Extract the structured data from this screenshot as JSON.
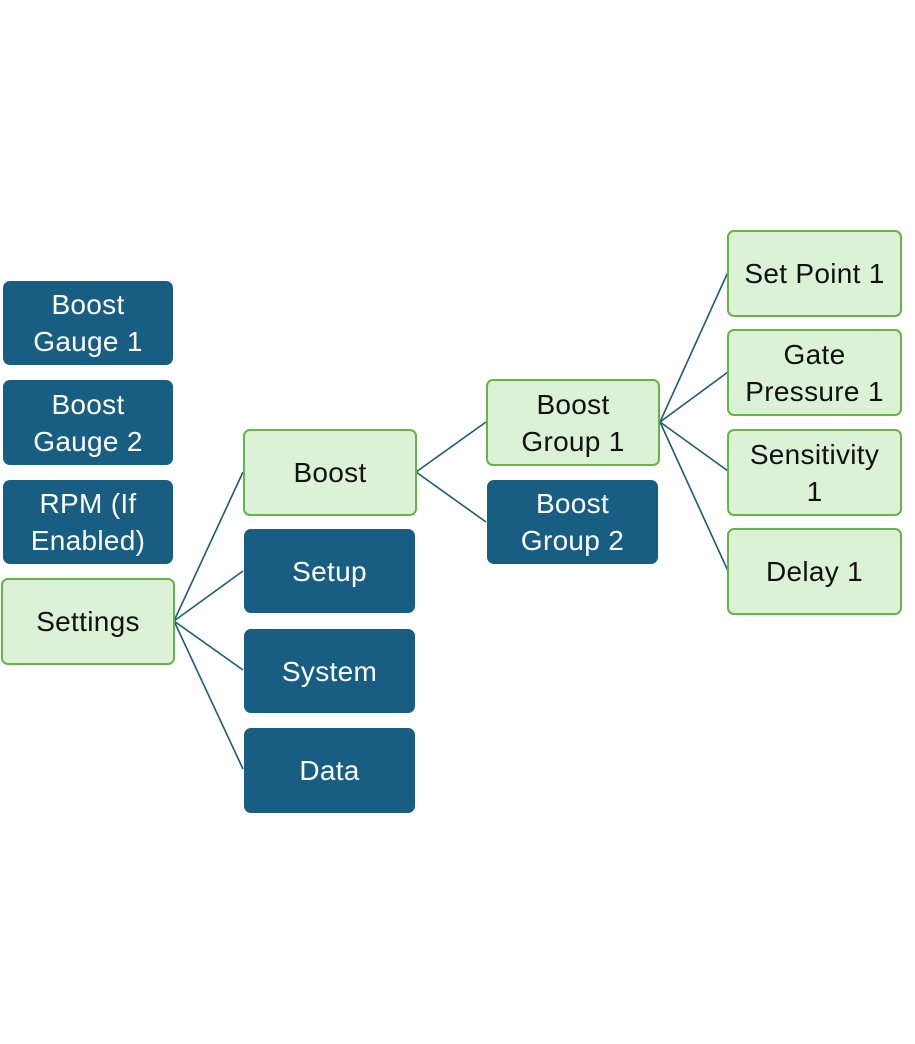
{
  "level_1": {
    "boost_gauge_1": "Boost\nGauge 1",
    "boost_gauge_2": "Boost\nGauge 2",
    "rpm": "RPM (If\nEnabled)",
    "settings": "Settings"
  },
  "level_2": {
    "boost": "Boost",
    "setup": "Setup",
    "system": "System",
    "data": "Data"
  },
  "level_3": {
    "boost_group_1": "Boost\nGroup 1",
    "boost_group_2": "Boost\nGroup 2"
  },
  "level_4": {
    "set_point_1": "Set Point 1",
    "gate_pressure_1": "Gate\nPressure 1",
    "sensitivity_1": "Sensitivity\n1",
    "delay_1": "Delay 1"
  },
  "colors": {
    "dark_node": "#175e82",
    "selected_node_fill": "#dbf2d6",
    "selected_node_border": "#64b545",
    "connector": "#1b5a7a"
  }
}
